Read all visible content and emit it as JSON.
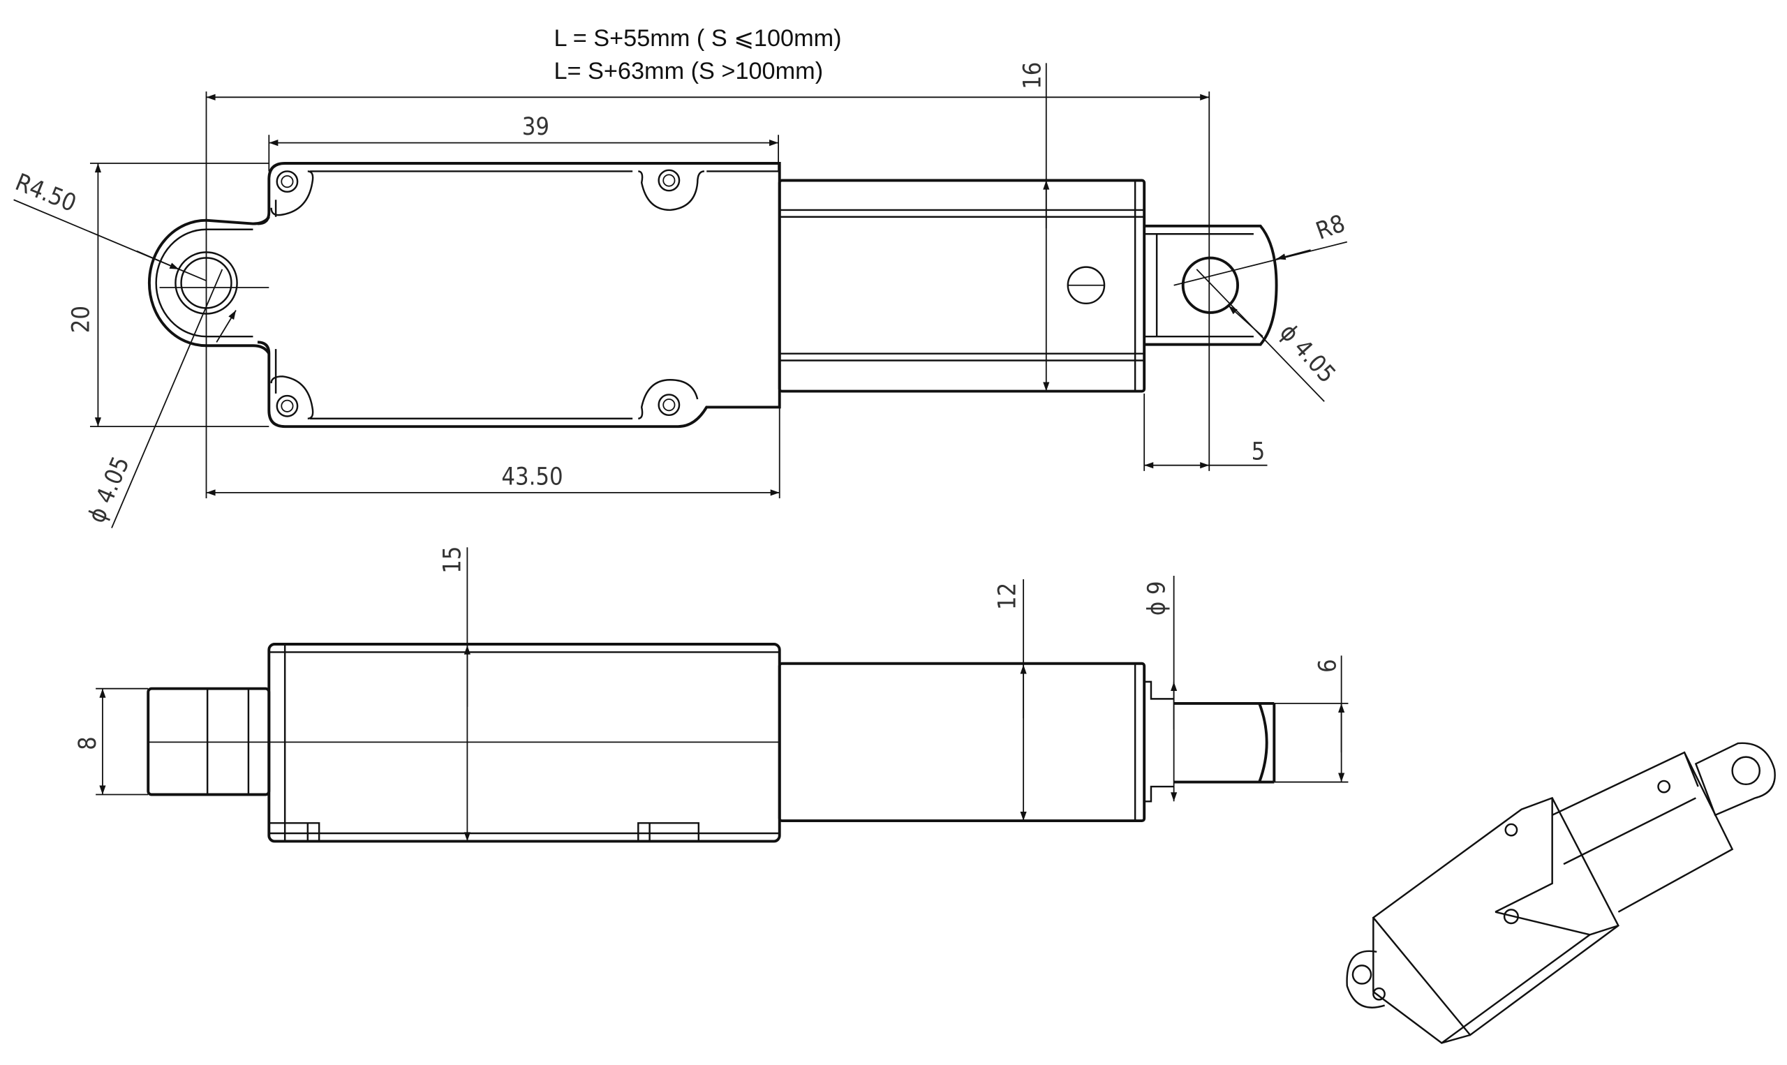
{
  "title": {
    "line1": "L = S+55mm ( S ⩽100mm)",
    "line2": "L= S+63mm (S >100mm)"
  },
  "top_view": {
    "dim_housing_length": "39",
    "dim_rod_tube_height": "16",
    "dim_eye_radius": "R4.50",
    "dim_width": "20",
    "dim_rear_hole": "ϕ 4.05",
    "dim_rear_to_tube": "43.50",
    "dim_rod_end_radius": "R8",
    "dim_front_hole": "ϕ 4.05",
    "dim_rod_end_offset": "5"
  },
  "side_view": {
    "dim_housing_height": "15",
    "dim_tube_height": "12",
    "dim_rod_diameter": "ϕ 9",
    "dim_rod_flat": "6",
    "dim_rear_nub": "8"
  },
  "colors": {
    "line": "#111111",
    "background": "#ffffff"
  }
}
